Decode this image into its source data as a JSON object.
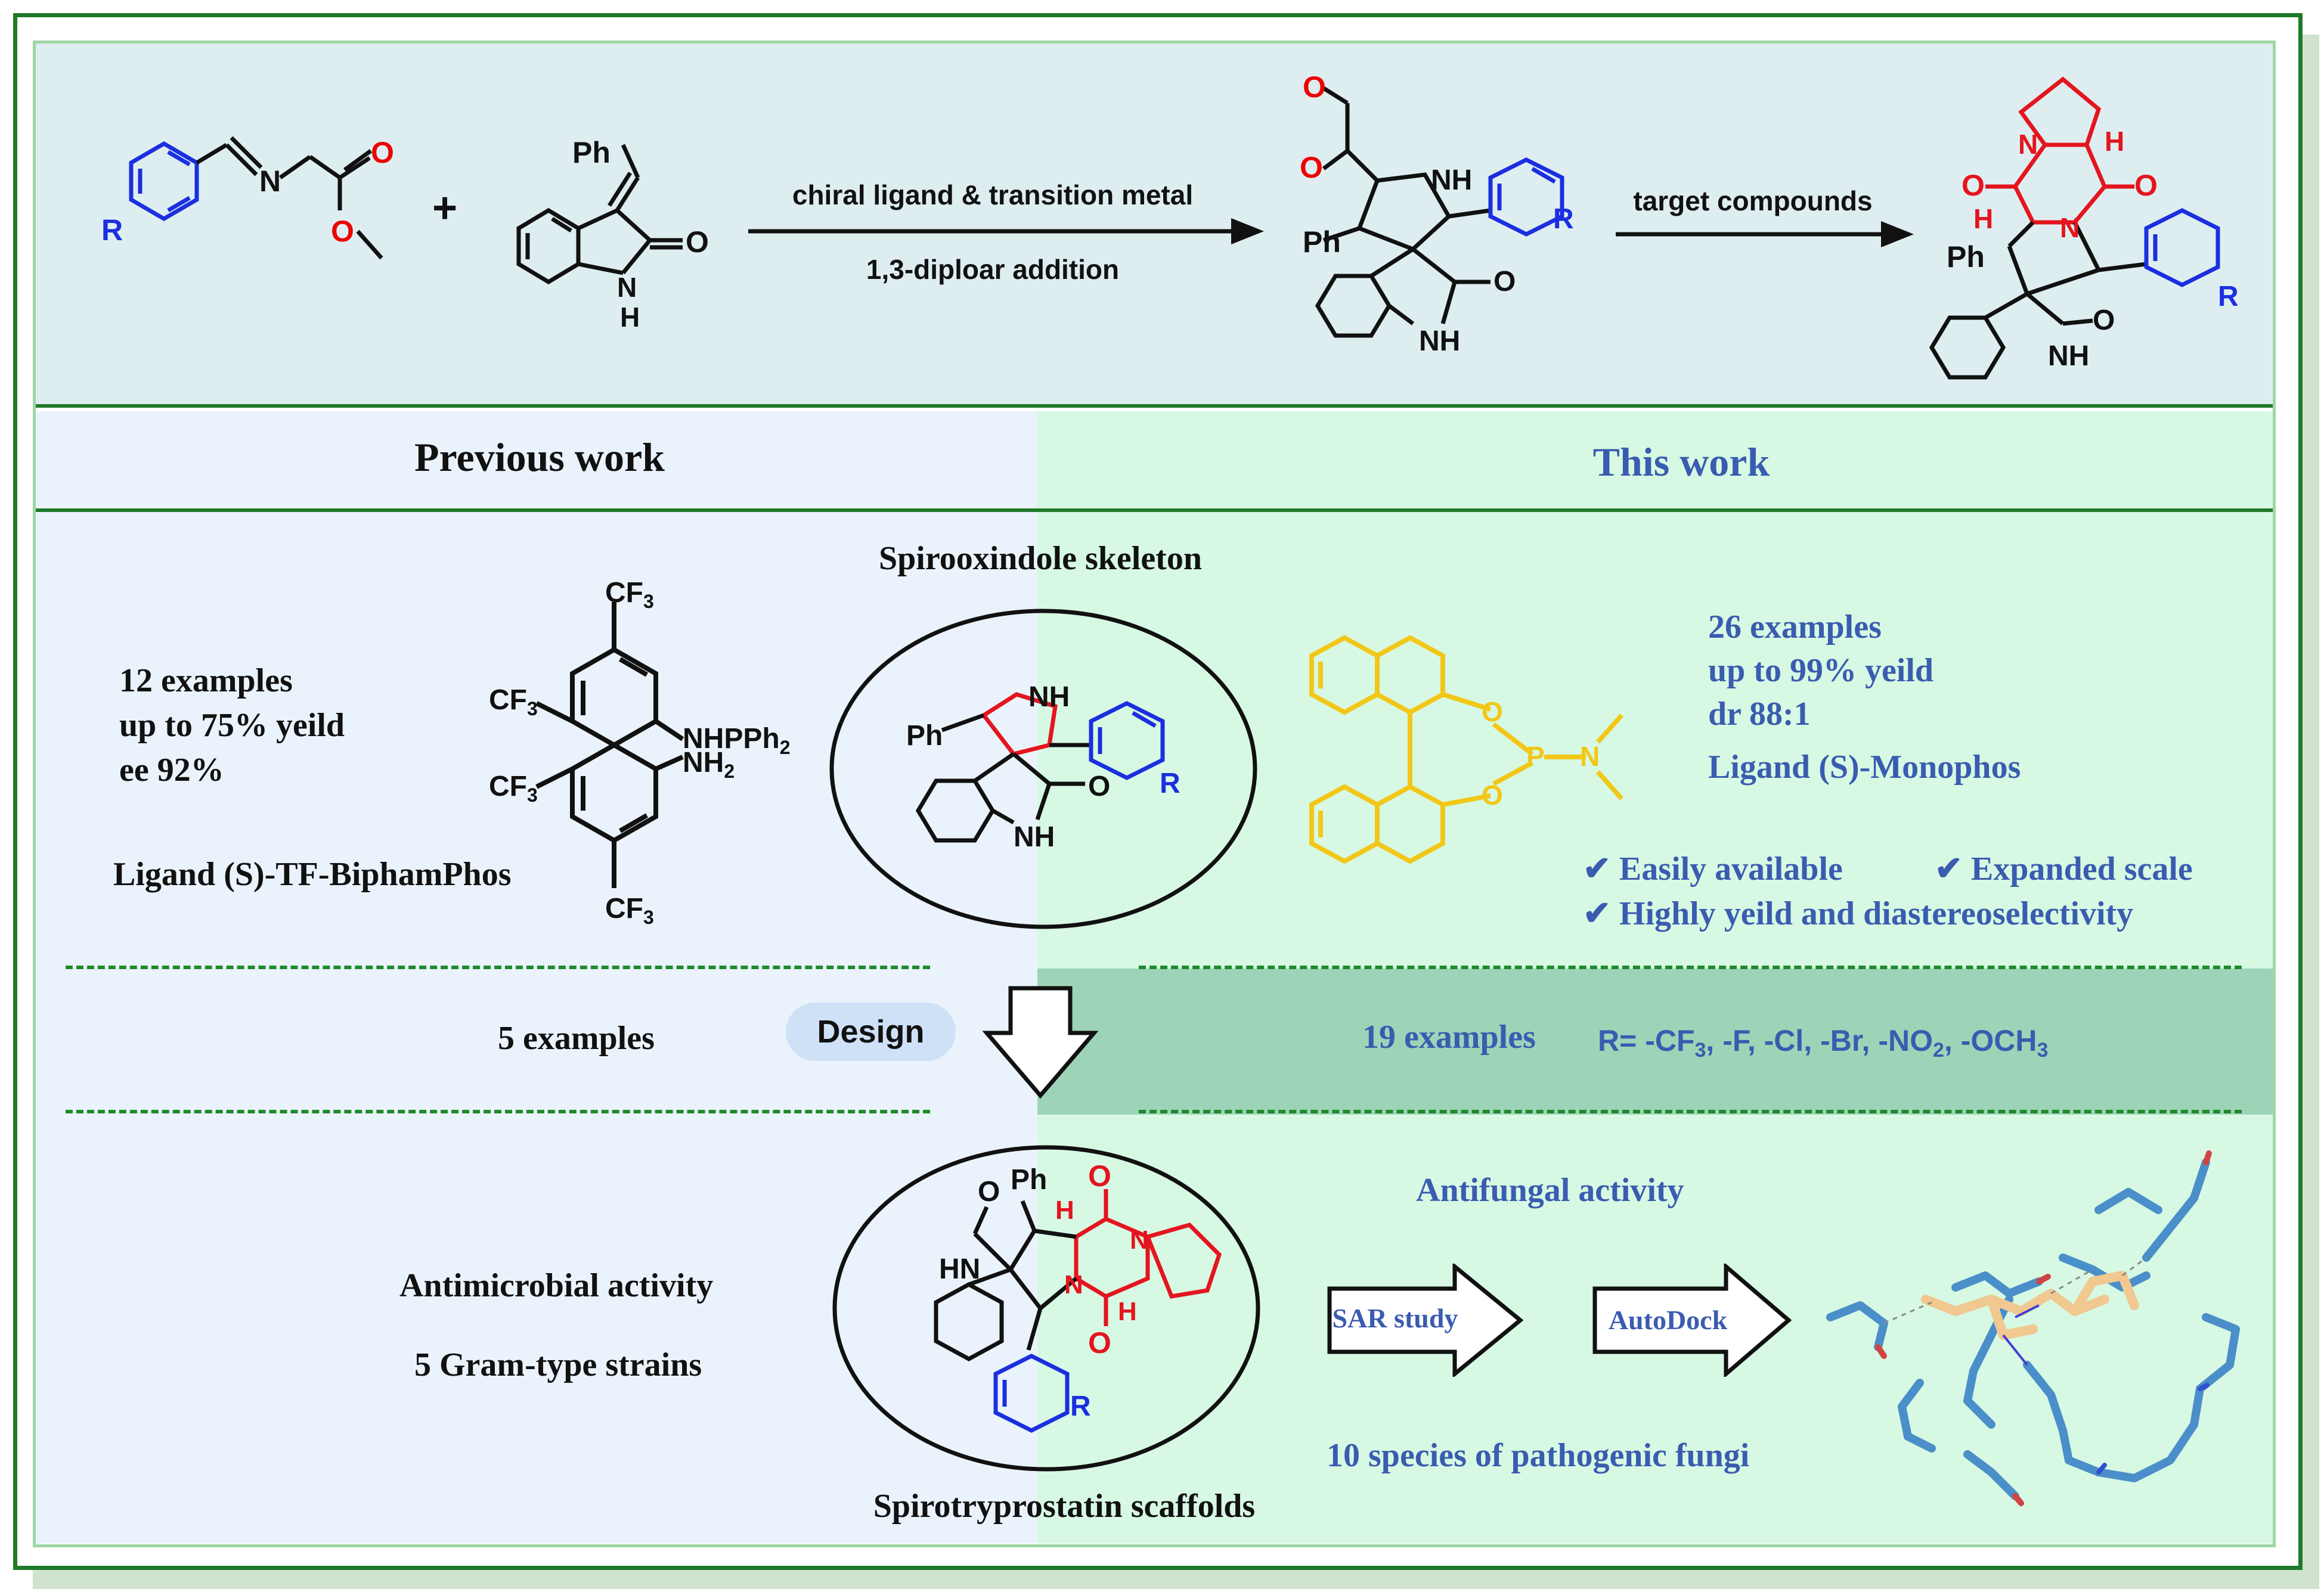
{
  "top_scheme": {
    "reagent_arrow_top": "chiral ligand & transition metal",
    "reagent_arrow_bottom": "1,3-diploar addition",
    "target_arrow": "target compounds",
    "plus": "+"
  },
  "headers": {
    "previous": "Previous work",
    "this": "This work"
  },
  "center": {
    "skeleton_label": "Spirooxindole skeleton",
    "scaffold_label": "Spirotryprostatin scaffolds"
  },
  "previous": {
    "examples": "12 examples",
    "yield": "up to 75% yeild",
    "ee": "ee 92%",
    "ligand": "Ligand (S)-TF-BiphamPhos",
    "design_examples": "5 examples",
    "activity": "Antimicrobial activity",
    "strains": "5 Gram-type strains"
  },
  "this_work": {
    "examples": "26 examples",
    "yield": "up to 99% yeild",
    "dr": "dr 88:1",
    "ligand": "Ligand (S)-Monophos",
    "check1": "✔ Easily available",
    "check2": "✔ Expanded scale",
    "check3": "✔ Highly yeild and diastereoselectivity",
    "design_examples": "19 examples",
    "antifungal": "Antifungal activity",
    "fungi": "10 species of pathogenic fungi",
    "sar_label": "SAR study",
    "autodock_label": "AutoDock"
  },
  "design_label": "Design",
  "colors": {
    "frame": "#1f7a2a",
    "blue_text": "#3a5cb0",
    "red_bonds": "#e4151f",
    "blue_bonds": "#1b2fe0",
    "gold_bonds": "#f2c718"
  }
}
